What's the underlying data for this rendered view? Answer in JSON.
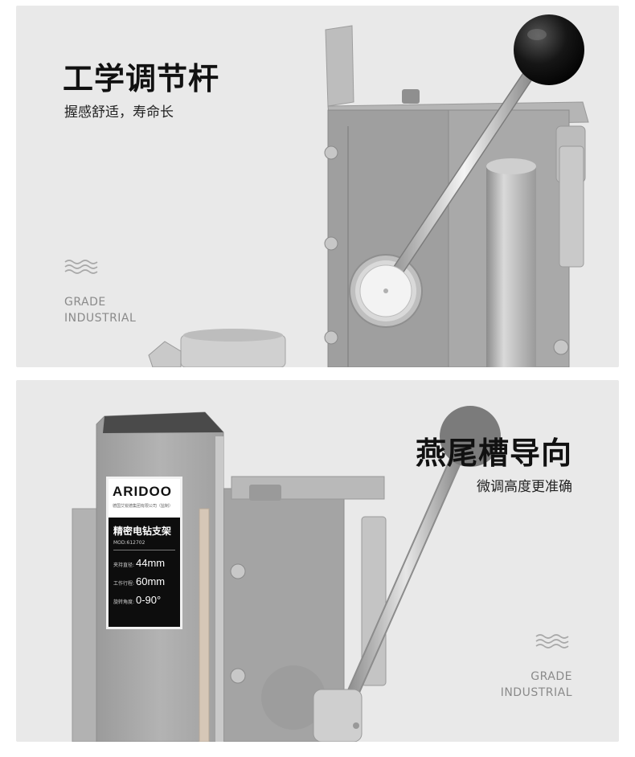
{
  "sections": [
    {
      "title": "工学调节杆",
      "subtitle": "握感舒适，寿命长",
      "grade": [
        "GRADE",
        "INDUSTRIAL"
      ]
    },
    {
      "title": "燕尾槽导向",
      "subtitle": "微调高度更准确",
      "grade": [
        "GRADE",
        "INDUSTRIAL"
      ],
      "plate": {
        "brand": "ARIDOO",
        "company": "德国艾锐德集团有限公司（监制）",
        "title": "精密电钻支架",
        "model": "MOD:612702",
        "specs": [
          {
            "label": "夹持直径:",
            "value": "44mm"
          },
          {
            "label": "工作行程:",
            "value": "60mm"
          },
          {
            "label": "旋转角度:",
            "value": "0-90°"
          }
        ]
      }
    }
  ],
  "colors": {
    "panel_bg": "#e9e9e9",
    "title": "#111111",
    "muted": "#8a8a8a",
    "metal": "#a7a7a7",
    "knob": "#111111"
  }
}
